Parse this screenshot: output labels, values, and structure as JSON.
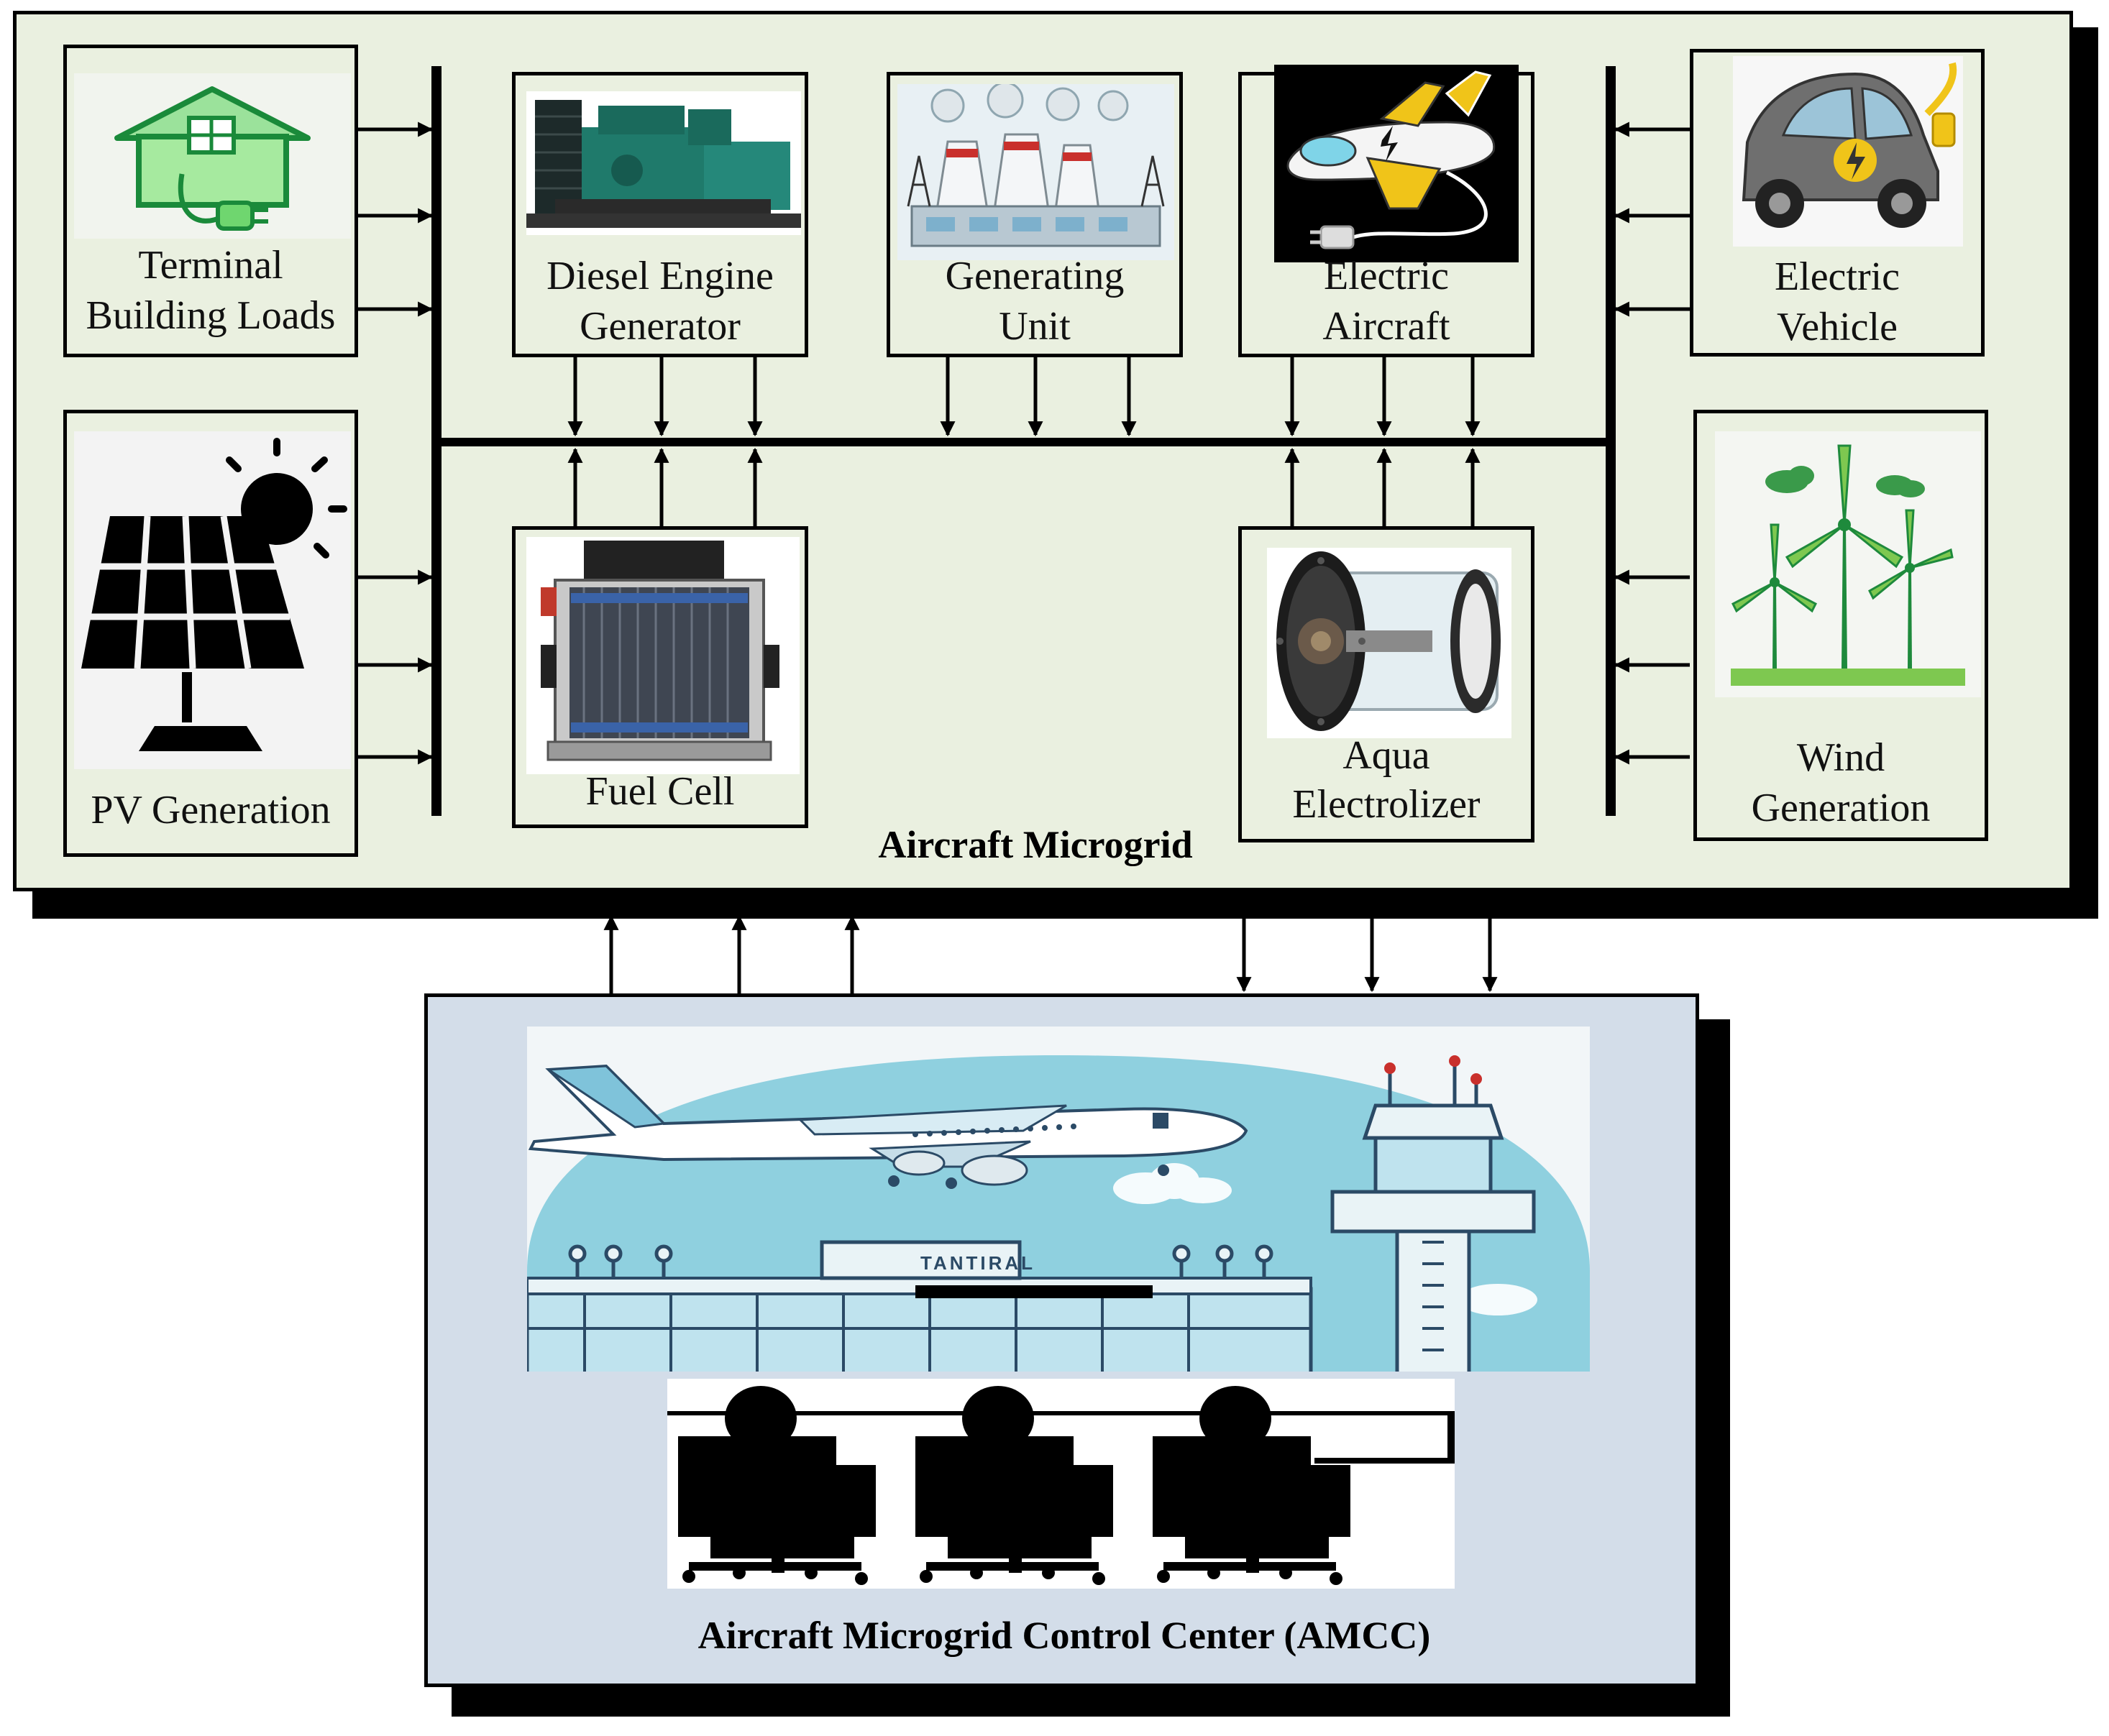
{
  "microgrid": {
    "title": "Aircraft Microgrid"
  },
  "control_center": {
    "title": "Aircraft Microgrid Control Center (AMCC)"
  },
  "components": {
    "terminal": {
      "line1": "Terminal",
      "line2": "Building Loads"
    },
    "pv": {
      "line1": "PV Generation"
    },
    "diesel": {
      "line1": "Diesel Engine",
      "line2": "Generator"
    },
    "generating_unit": {
      "line1": "Generating",
      "line2": "Unit"
    },
    "electric_aircraft": {
      "line1": "Electric",
      "line2": "Aircraft"
    },
    "ev": {
      "line1": "Electric",
      "line2": "Vehicle"
    },
    "fuel_cell": {
      "line1": "Fuel Cell"
    },
    "electrolizer": {
      "line1": "Aqua",
      "line2": "Electrolizer"
    },
    "wind": {
      "line1": "Wind",
      "line2": "Generation"
    }
  },
  "airport_sign": "TANTIRAL",
  "colors": {
    "microgrid_bg": "#eaf0e0",
    "amcc_bg": "#d3dde9",
    "border": "#000000"
  }
}
